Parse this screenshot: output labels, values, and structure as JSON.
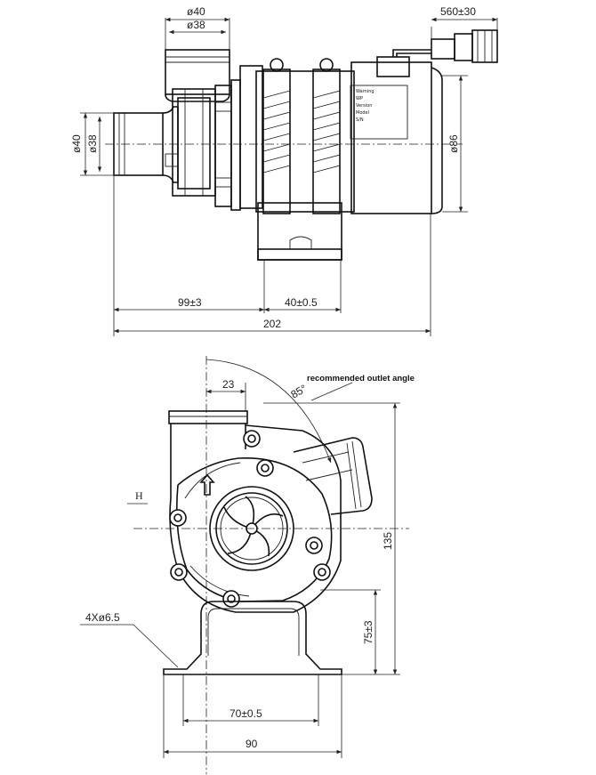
{
  "side_view": {
    "dims": {
      "inlet_outer_diameter": "ø40",
      "inlet_inner_diameter": "ø38",
      "side_outer_diameter": "ø40",
      "side_inner_diameter": "ø38",
      "cable_length": "560±30",
      "body_diameter": "ø86",
      "bracket_offset": "99±3",
      "bracket_spacing": "40±0.5",
      "overall_length": "202"
    },
    "label_plate": [
      "Warning",
      "WP",
      "Version",
      "Model",
      "S/N"
    ]
  },
  "front_view": {
    "dims": {
      "outlet_offset": "23",
      "outlet_angle": "85°",
      "height_marker": "H",
      "mount_holes": "4Xø6.5",
      "height_total": "135",
      "height_center": "75±3",
      "bolt_spacing": "70±0.5",
      "base_width": "90"
    },
    "note": "recommended outlet angle"
  }
}
